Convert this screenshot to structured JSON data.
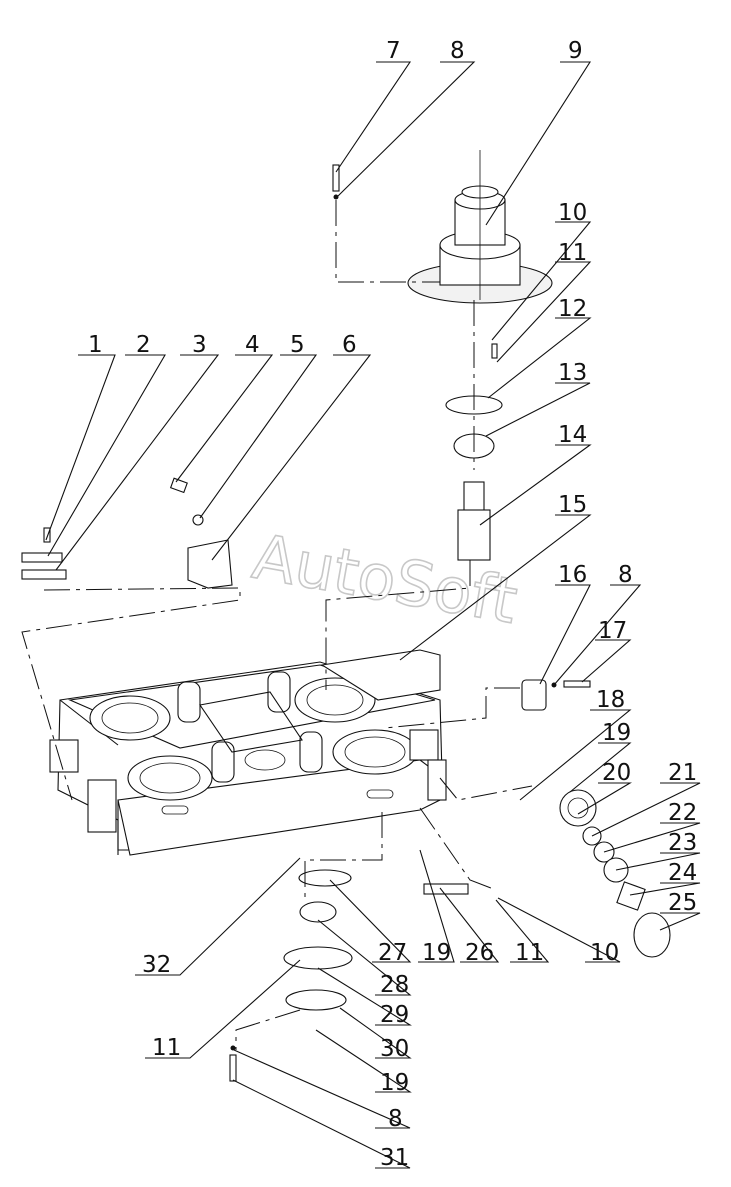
{
  "watermark": "AutoSoft",
  "callouts": [
    "1",
    "2",
    "3",
    "4",
    "5",
    "6",
    "7",
    "8",
    "9",
    "10",
    "11",
    "12",
    "13",
    "14",
    "15",
    "16",
    "8",
    "17",
    "18",
    "19",
    "20",
    "21",
    "22",
    "23",
    "24",
    "25",
    "10",
    "11",
    "19",
    "26",
    "27",
    "28",
    "29",
    "30",
    "19",
    "8",
    "31",
    "11",
    "32"
  ]
}
